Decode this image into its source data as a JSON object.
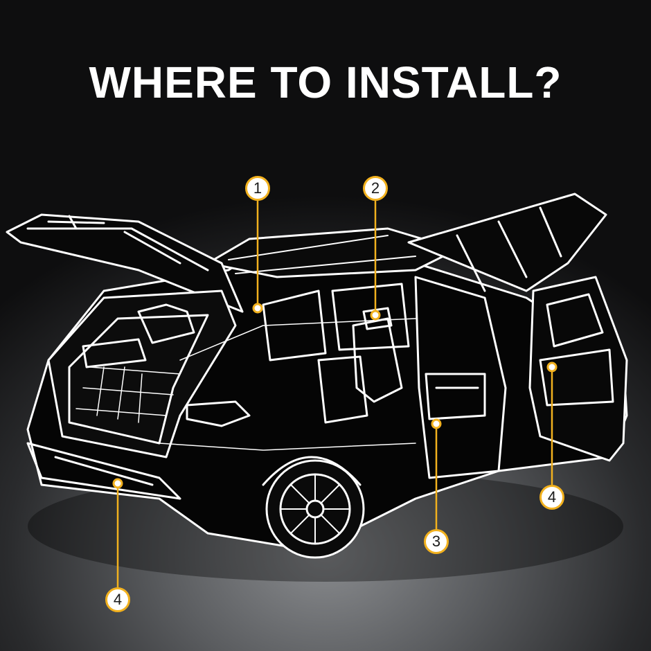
{
  "title": "WHERE TO INSTALL?",
  "accent_color": "#f2b11e",
  "line_color": "#ffffff",
  "image_subject": "suv-wireframe",
  "markers": [
    {
      "id": "1",
      "label": "1"
    },
    {
      "id": "2",
      "label": "2"
    },
    {
      "id": "3",
      "label": "3"
    },
    {
      "id": "4a",
      "label": "4"
    },
    {
      "id": "4b",
      "label": "4"
    }
  ]
}
